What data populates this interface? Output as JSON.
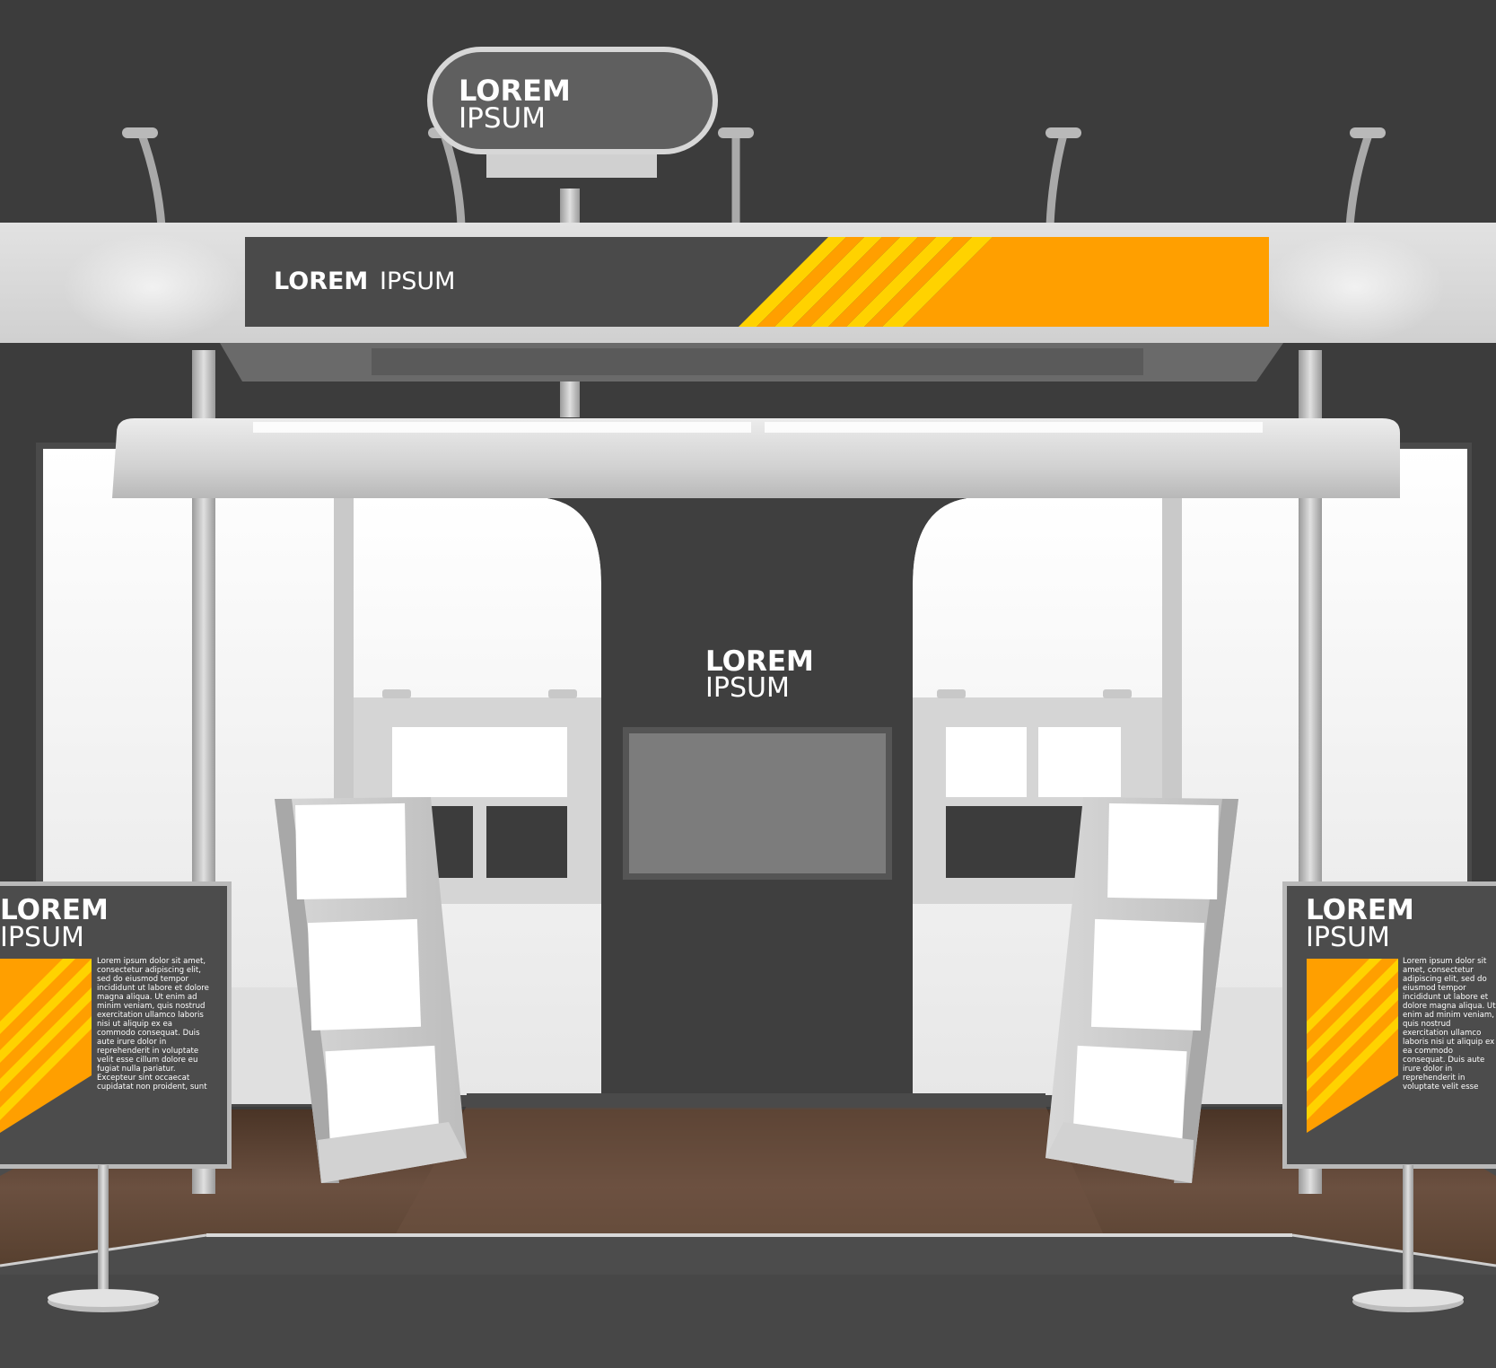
{
  "top_sign": {
    "line1": "LOREM",
    "line2": "IPSUM"
  },
  "header_banner": {
    "word1": "LOREM",
    "word2": "IPSUM"
  },
  "back_wall": {
    "line1": "LOREM",
    "line2": "IPSUM"
  },
  "left_board": {
    "line1": "LOREM",
    "line2": "IPSUM",
    "paragraph": "Lorem ipsum dolor sit amet, consectetur adipiscing elit, sed do eiusmod tempor incididunt ut labore et dolore magna aliqua. Ut enim ad minim veniam, quis nostrud exercitation ullamco laboris nisi ut aliquip ex ea commodo consequat. Duis aute irure dolor in reprehenderit in voluptate velit esse cillum dolore eu fugiat nulla pariatur. Excepteur sint occaecat cupidatat non proident, sunt in culpa qui officia deserunt mollit anim id est laborum."
  },
  "right_board": {
    "line1": "LOREM",
    "line2": "IPSUM",
    "paragraph": "Lorem ipsum dolor sit amet, consectetur adipiscing elit, sed do eiusmod tempor incididunt ut labore et dolore magna aliqua. Ut enim ad minim veniam, quis nostrud exercitation ullamco laboris nisi ut aliquip ex ea commodo consequat. Duis aute irure dolor in reprehenderit in voluptate velit esse cillum dolore eu fugiat nulla pariatur. Excepteur sint occaecat cupidatat non proident, sunt in culpa qui officia deserunt mollit anim id est laborum."
  },
  "colors": {
    "background": "#3c3c3c",
    "dark_panel": "#4a4a4a",
    "light_grey": "#e6e6e6",
    "white": "#ffffff",
    "orange": "#ff9f00",
    "yellow": "#ffd200",
    "floor": "#5c4333"
  }
}
